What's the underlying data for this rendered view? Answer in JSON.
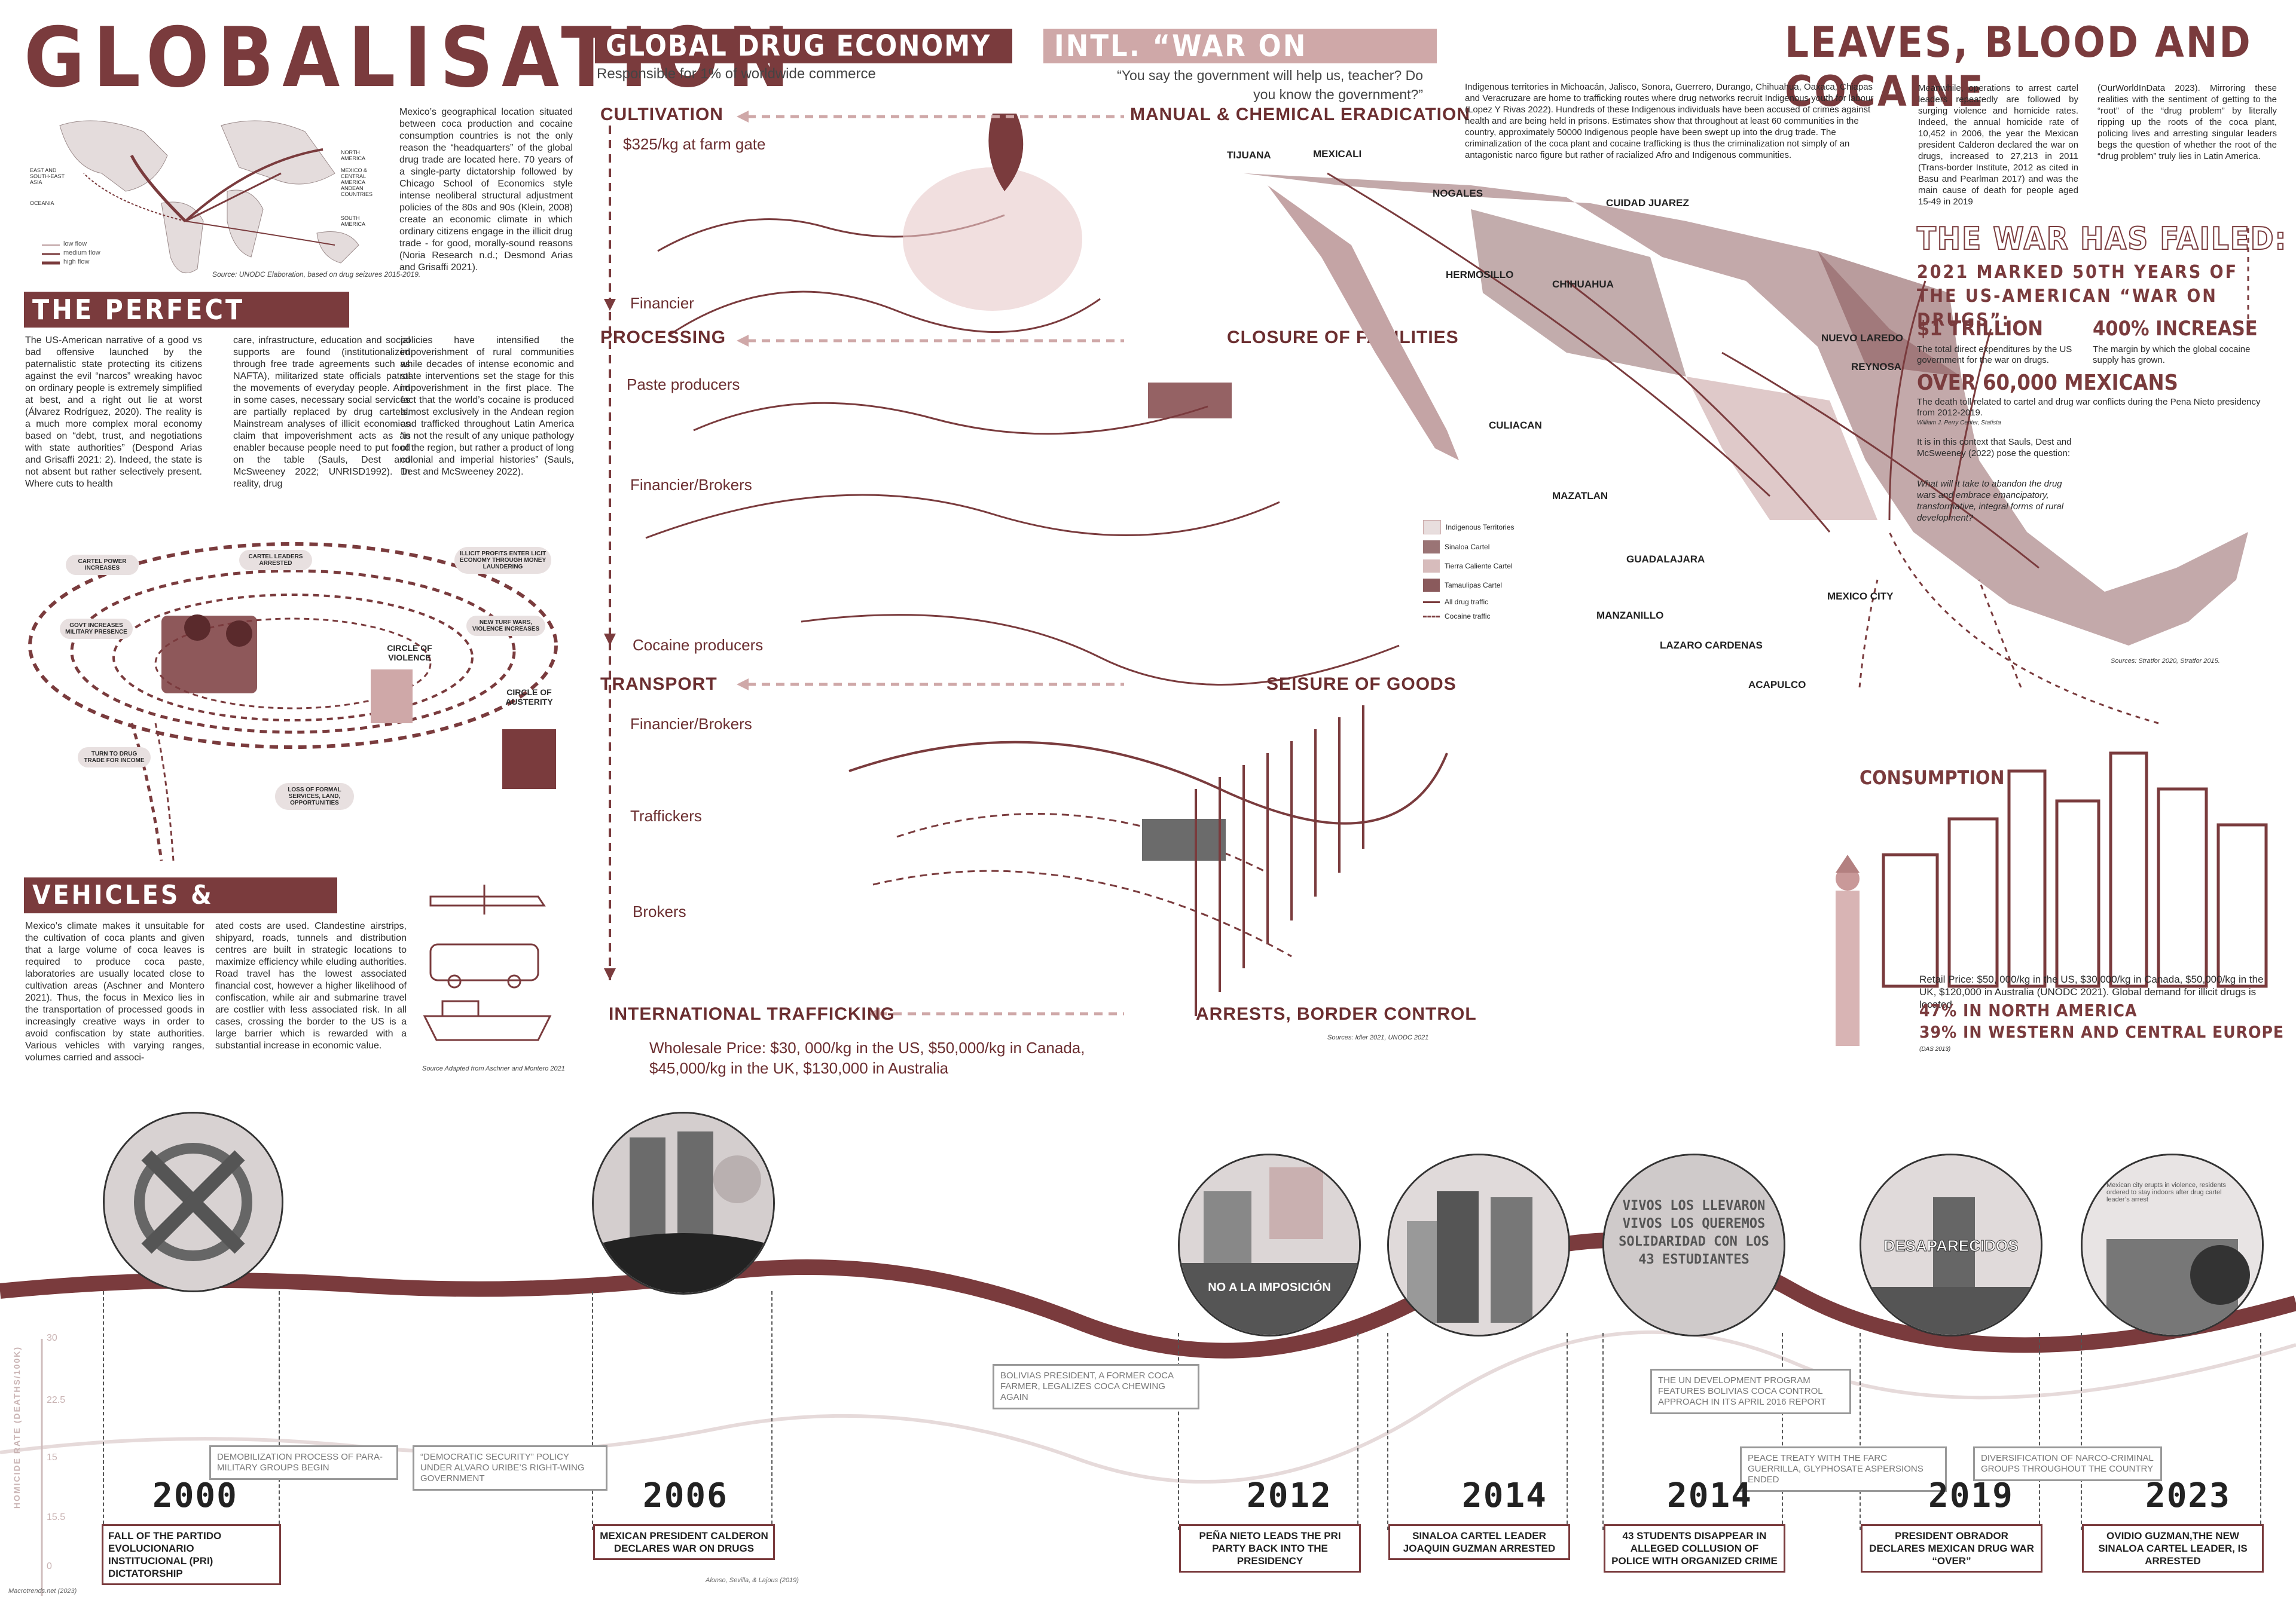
{
  "colors": {
    "accent": "#7a3b3d",
    "accent_light": "#cfa8a8",
    "text": "#2b2b2b"
  },
  "header": {
    "title": "GLOBALISATION",
    "economy_title": "GLOBAL DRUG ECONOMY",
    "economy_sub": "Responsible for 1% of worldwide commerce",
    "war_title": "INTL. “WAR ON DRUGS”",
    "war_quote": "“You say the government will help us, teacher? Do you know the government?”",
    "right_title": "LEAVES, BLOOD AND COCAINE"
  },
  "map_world": {
    "legend": [
      "low flow",
      "medium flow",
      "high flow"
    ],
    "regions": [
      "NORTH AMERICA",
      "MEXICO & CENTRAL AMERICA",
      "ANDEAN COUNTRIES",
      "SOUTH AMERICA",
      "EAST AND SOUTH-EAST ASIA",
      "OCEANIA"
    ],
    "source": "Source: UNODC Elaboration, based on drug seizures 2015-2019."
  },
  "intro_text": "Mexico’s geographical location situated between coca production and cocaine consumption countries is not the only reason the “headquarters” of the global drug trade are located here. 70 years of a single-party dictatorship followed by Chicago School of Economics style intense neoliberal structural adjustment policies of the 80s and 90s (Klein, 2008) create an economic climate in which ordinary citizens engage in the illicit drug trade - for good, morally-sound reasons (Noria Research n.d.; Desmond Arias and Grisaffi 2021).",
  "perfect_storm": {
    "title": "THE PERFECT STORM",
    "col1": "The US-American narrative of a good vs bad offensive launched by the paternalistic state protecting its citizens against the evil “narcos” wreaking havoc on ordinary people is extremely simplified at best, and a right out lie at worst (Álvarez Rodríguez, 2020). The reality is a much more complex moral economy based on “debt, trust, and negotiations with state authorities” (Despond Arias and Grisaffi 2021: 2). Indeed, the state is not absent but rather selectively present. Where cuts to health",
    "col2": "care, infrastructure, education and social supports are found (institutionalized through free trade agreements such as NAFTA), militarized state officials patrol the movements of everyday people. And in some cases, necessary social services are partially replaced by drug cartels. Mainstream analyses of illicit economies claim that impoverishment acts as an enabler because people need to put food on the table (Sauls, Dest and McSweeney 2022; UNRISD1992). In reality, drug",
    "col3": "policies have intensified the impoverishment of rural communities while decades of intense economic and state interventions set the stage for this impoverishment in the first place. The fact that the world’s cocaine is produced almost exclusively in the Andean region and trafficked throughout Latin America “is not the result of any unique pathology of the region, but rather a product of long colonial and imperial histories” (Sauls, Dest and McSweeney 2022).",
    "vortex_labels": [
      "CARTEL POWER INCREASES",
      "CARTEL LEADERS ARRESTED",
      "ILLICIT PROFITS ENTER LICIT ECONOMY THROUGH MONEY LAUNDERING",
      "GOVT INCREASES MILITARY PRESENCE",
      "NEW TURF WARS, VIOLENCE INCREASES",
      "CIRCLE OF VIOLENCE",
      "CIRCLE OF AUSTERITY",
      "TURN TO DRUG TRADE FOR INCOME",
      "LOSS OF FORMAL SERVICES, LAND, OPPORTUNITIES"
    ]
  },
  "vehicles": {
    "title": "VEHICLES & SPACES",
    "col1": "Mexico’s climate makes it unsuitable for the cultivation of coca plants and given that a large volume of coca leaves is required to produce coca paste, laboratories are usually located close to cultivation areas (Aschner and Montero 2021). Thus, the focus in Mexico lies in the transportation of processed goods in increasingly creative ways in order to avoid confiscation by state authorities. Various vehicles with varying ranges, volumes carried and associ-",
    "col2": "ated costs are used. Clandestine airstrips, shipyard, roads, tunnels and distribution centres are built in strategic locations to maximize efficiency while eluding authorities. Road travel has the lowest associated financial cost, however a higher likelihood of confiscation, while air and submarine travel are costlier with less associated risk. In all cases, crossing the border to the US is a large barrier which is rewarded with a substantial increase in economic value.",
    "source": "Source Adapted from Aschner and Montero 2021"
  },
  "chain": {
    "cultivation": "CULTIVATION",
    "farm_price": "$325/kg at farm gate",
    "financier": "Financier",
    "processing": "PROCESSING",
    "paste": "Paste producers",
    "fin_brokers": "Financier/Brokers",
    "cocaine": "Cocaine producers",
    "transport": "TRANSPORT",
    "fin_brokers2": "Financier/Brokers",
    "traffickers": "Traffickers",
    "brokers": "Brokers",
    "intl": "INTERNATIONAL TRAFFICKING",
    "wholesale": "Wholesale Price: $30, 000/kg in the US, $50,000/kg in Canada, $45,000/kg in the UK, $130,000 in Australia",
    "eradication": "MANUAL & CHEMICAL ERADICATION",
    "closure": "CLOSURE OF FACILITIES",
    "seisure": "SEISURE OF GOODS",
    "arrests": "ARRESTS, BORDER CONTROL",
    "source": "Sources: Idler 2021, UNODC 2021"
  },
  "mexico": {
    "indigenous": "Indigenous territories in Michoacán, Jalisco, Sonora, Guerrero, Durango, Chihuahua, Oaxaca, Chiapas and Veracruzare are home to trafficking routes where drug networks recruit Indigenous youth for labour (Lopez Y Rivas 2022). Hundreds of these Indigenous individuals have been accused of crimes against health and are being held in prisons. Estimates show that throughout at least 60 communities in the country, approximately 50000 Indigenous people have been swept up into the drug trade. The criminalization of the coca plant and cocaine trafficking is thus the criminalization not simply of an antagonistic narco figure but rather of racialized Afro and Indigenous communities.",
    "cities": [
      "TIJUANA",
      "MEXICALI",
      "NOGALES",
      "CUIDAD JUAREZ",
      "HERMOSILLO",
      "CHIHUAHUA",
      "NUEVO LAREDO",
      "REYNOSA",
      "CULIACAN",
      "MAZATLAN",
      "GUADALAJARA",
      "MEXICO CITY",
      "MANZANILLO",
      "LAZARO CARDENAS",
      "ACAPULCO"
    ],
    "legend": [
      "Indigenous Territories",
      "Sinaloa Cartel",
      "Tierra Caliente Cartel",
      "Tamaulipas Cartel",
      "All drug traffic",
      "Cocaine traffic"
    ],
    "source": "Sources: Stratfor 2020, Stratfor 2015."
  },
  "right_text": {
    "col1": "Meanwhile, operations to arrest cartel leaders repeatedly are followed by surging violence and homicide rates. Indeed, the annual homicide rate of 10,452 in 2006, the year the Mexican president Calderon declared the war on drugs, increased to 27,213 in 2011 (Trans-border Institute, 2012 as cited in Basu and Pearlman 2017) and was the main cause of death for people aged 15-49 in 2019",
    "col2": "(OurWorldInData 2023). Mirroring these realities with the sentiment of getting to the “root” of the “drug problem” by literally ripping up the roots of the coca plant, policing lives and arresting singular leaders begs the question of whether the root of the “drug problem” truly lies in Latin America.",
    "failed": "THE WAR HAS FAILED:",
    "years50": "2021 MARKED 50TH YEARS OF THE US-AMERICAN “WAR ON DRUGS”:",
    "trillion": "$1 TRILLION",
    "trillion_desc": "The total direct expenditures by the US government for the war on drugs.",
    "increase": "400% INCREASE",
    "increase_desc": "The margin by which the global cocaine supply has grown.",
    "mexicans": "OVER 60,000 MEXICANS",
    "mexicans_desc": "The death toll related to cartel and drug war conflicts during the Pena Nieto presidency from 2012-2019.",
    "mexicans_src": "William J. Perry Center, Statista",
    "context": "It is in this context that Sauls, Dest and McSweeney (2022) pose the question:",
    "question": "What will it take to abandon the drug wars and embrace emancipatory, transformative, integral forms of rural development?"
  },
  "consumption": {
    "title": "CONSUMPTION",
    "retail": "Retail Price: $50, 000/kg in the US, $30,000/kg in Canada, $50,000/kg in the UK, $120,000 in Australia (UNODC 2021). Global demand for illicit drugs is located",
    "na": "47% IN NORTH AMERICA",
    "eu": "39% IN WESTERN AND CENTRAL EUROPE",
    "src": "(DAS 2013)"
  },
  "timeline": {
    "axis_title": "HOMICIDE RATE (DEATHS/100K)",
    "ticks": [
      "30",
      "22.5",
      "15",
      "15.5",
      "0"
    ],
    "credit": "Macrotrends.net (2023)",
    "photo_credit": "Alonso, Sevilla, & Lajous (2019)",
    "signs": [
      "NO A LA IMPOSICIÓN",
      "VIVOS LOS LLEVARON VIVOS LOS QUEREMOS SOLIDARIDAD CON LOS 43 ESTUDIANTES",
      "DESAPARECIDOS",
      "Mexican city erupts in violence, residents ordered to stay indoors after drug cartel leader’s arrest"
    ],
    "grey_notes": [
      "DEMOBILIZATION PROCESS OF PARA-MILITARY GROUPS BEGIN",
      "“DEMOCRATIC SECURITY” POLICY UNDER ALVARO URIBE’S RIGHT-WING GOVERNMENT",
      "BOLIVIAS PRESIDENT, A FORMER COCA FARMER, LEGALIZES COCA CHEWING AGAIN",
      "THE UN DEVELOPMENT PROGRAM FEATURES BOLIVIAS COCA CONTROL APPROACH IN ITS APRIL 2016 REPORT",
      "PEACE TREATY WITH THE FARC GUERRILLA, GLYPHOSATE ASPERSIONS ENDED",
      "DIVERSIFICATION OF NARCO-CRIMINAL GROUPS THROUGHOUT THE COUNTRY"
    ],
    "events": [
      {
        "year": "2000",
        "text": "FALL OF THE PARTIDO EVOLUCIONARIO INSTITUCIONAL (PRI) DICTATORSHIP"
      },
      {
        "year": "2006",
        "text": "MEXICAN PRESIDENT CALDERON DECLARES WAR ON DRUGS"
      },
      {
        "year": "2012",
        "text": "PEÑA NIETO LEADS THE PRI PARTY BACK INTO THE PRESIDENCY"
      },
      {
        "year": "2014",
        "text": "SINALOA CARTEL LEADER JOAQUIN GUZMAN ARRESTED"
      },
      {
        "year": "2014",
        "text": "43 STUDENTS DISAPPEAR IN ALLEGED COLLUSION OF POLICE WITH ORGANIZED CRIME"
      },
      {
        "year": "2019",
        "text": "PRESIDENT OBRADOR DECLARES MEXICAN DRUG WAR “OVER”"
      },
      {
        "year": "2023",
        "text": "OVIDIO GUZMAN,THE NEW SINALOA CARTEL LEADER, IS ARRESTED"
      }
    ]
  }
}
